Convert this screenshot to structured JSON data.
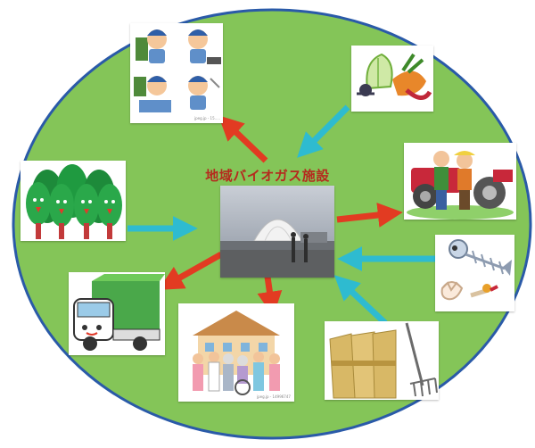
{
  "center": {
    "title": "地域バイオガス施設",
    "title_color": "#b52a1e"
  },
  "colors": {
    "ellipse_fill": "#84c558",
    "ellipse_stroke": "#2a5aa8",
    "output_arrow": "#e23b22",
    "input_arrow": "#2ebbd0"
  },
  "nodes": [
    {
      "id": "workers",
      "icon": "factory-workers-icon",
      "flow": "output"
    },
    {
      "id": "vegetables",
      "icon": "vegetables-icon",
      "flow": "input"
    },
    {
      "id": "forest",
      "icon": "forest-trees-icon",
      "flow": "input"
    },
    {
      "id": "farmers",
      "icon": "farmers-tractor-icon",
      "flow": "output"
    },
    {
      "id": "fish-waste",
      "icon": "fish-bones-eggshell-icon",
      "flow": "input"
    },
    {
      "id": "truck",
      "icon": "delivery-truck-icon",
      "flow": "output"
    },
    {
      "id": "care-facility",
      "icon": "care-facility-people-icon",
      "flow": "output"
    },
    {
      "id": "straw",
      "icon": "straw-bundle-rake-icon",
      "flow": "input"
    }
  ]
}
